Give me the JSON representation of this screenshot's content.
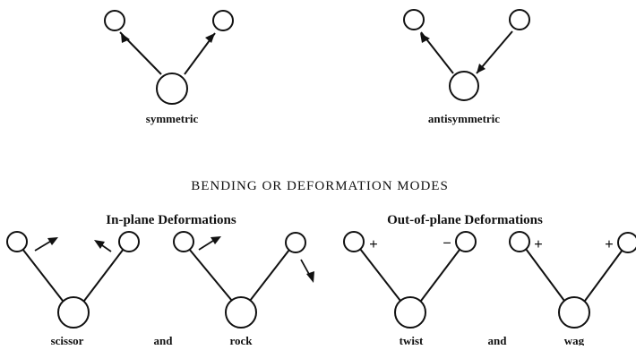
{
  "stretching": {
    "symmetric_label": "symmetric",
    "antisymmetric_label": "antisymmetric"
  },
  "bending": {
    "heading": "BENDING OR DEFORMATION MODES",
    "in_plane": {
      "title": "In-plane Deformations",
      "scissor_label": "scissor",
      "and_label": "and",
      "rock_label": "rock"
    },
    "out_of_plane": {
      "title": "Out-of-plane Deformations",
      "twist_label": "twist",
      "and_label": "and",
      "wag_label": "wag",
      "twist_signs": [
        "+",
        "−"
      ],
      "wag_signs": [
        "+",
        "+"
      ]
    }
  }
}
